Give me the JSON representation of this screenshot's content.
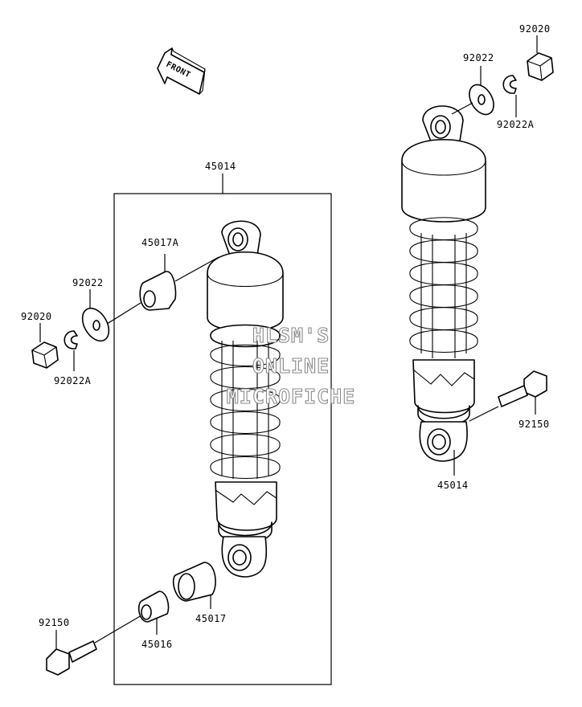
{
  "front_arrow": {
    "text": "FRONT"
  },
  "labels": {
    "main_assembly": "45014",
    "bushing_upper": "45017A",
    "washer_left": "92022",
    "nut_left": "92020",
    "clip_left": "92022A",
    "bolt_left": "92150",
    "collar": "45016",
    "bushing_lower": "45017",
    "nut_right": "92020",
    "washer_right": "92022",
    "clip_right": "92022A",
    "bolt_right": "92150",
    "assembly_right": "45014"
  },
  "watermark": {
    "line1": "HLSM'S",
    "line2": "ONLINE",
    "line3": "MICROFICHE"
  }
}
